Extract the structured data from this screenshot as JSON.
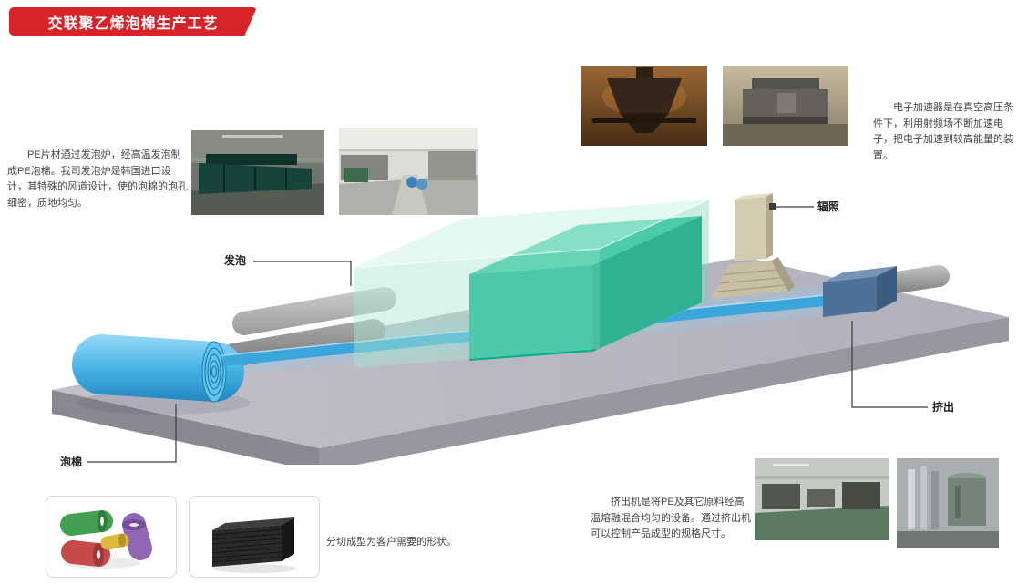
{
  "title": {
    "text": "交联聚乙烯泡棉生产工艺"
  },
  "paragraphs": {
    "foaming": "PE片材通过发泡炉，经高温发泡制成PE泡棉。我司发泡炉是韩国进口设计，其特殊的风道设计，使的泡棉的泡孔细密，质地均匀。",
    "accelerator": "电子加速器是在真空高压条件下，利用射频场不断加速电子，把电子加速到较高能量的装置。",
    "cutting": "分切成型为客户需要的形状。",
    "extruder": "挤出机是将PE及其它原料经高温熔融混合均匀的设备。通过挤出机可以控制产品成型的规格尺寸。"
  },
  "process_labels": {
    "foaming": "发泡",
    "irradiation": "辐照",
    "extrusion": "挤出",
    "foam": "泡棉"
  },
  "colors": {
    "badge_red": "#d8232b",
    "platform_gray": "#b6b6c1",
    "sheet_blue": "#3ba6dc",
    "oven_glass_green": "#aee6cd",
    "oven_core_teal": "#00af8e",
    "accelerator_tan": "#d4cbb1",
    "extruder_blue": "#4e7199",
    "foam_roll_blue": "#49b4e6"
  }
}
